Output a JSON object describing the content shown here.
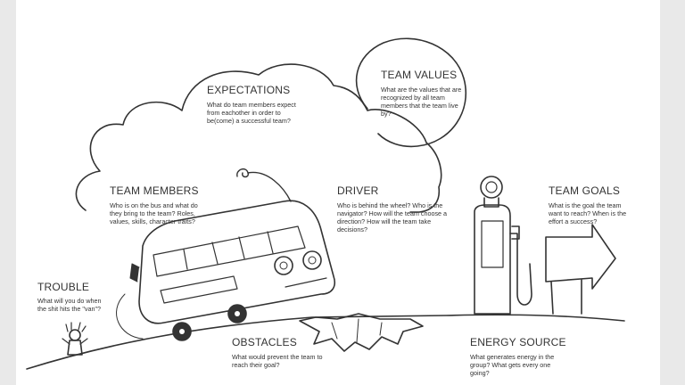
{
  "colors": {
    "background": "#e9e9e9",
    "paper": "#ffffff",
    "ink": "#333333"
  },
  "sections": {
    "expectations": {
      "title": "EXPECTATIONS",
      "text": "What do team members expect from eachother in order to be(come) a successful team?"
    },
    "team_values": {
      "title": "TEAM VALUES",
      "text": "What are the values that are recognized by all team members that the team live by?"
    },
    "team_members": {
      "title": "TEAM MEMBERS",
      "text": "Who is on the bus and what do they bring to the team? Roles, values, skills, character traits?"
    },
    "driver": {
      "title": "DRIVER",
      "text": "Who is behind the wheel? Who is the navigator? How will the team choose a direction? How will the team take decisions?"
    },
    "team_goals": {
      "title": "TEAM GOALS",
      "text": "What is the goal the team want to reach? When is the effort a success?"
    },
    "trouble": {
      "title": "TROUBLE",
      "text": "What will you do when the shit hits the \"van\"?"
    },
    "obstacles": {
      "title": "OBSTACLES",
      "text": "What would prevent the team to reach their goal?"
    },
    "energy_source": {
      "title": "ENERGY SOURCE",
      "text": "What generates energy in the group? What gets every one going?"
    }
  }
}
